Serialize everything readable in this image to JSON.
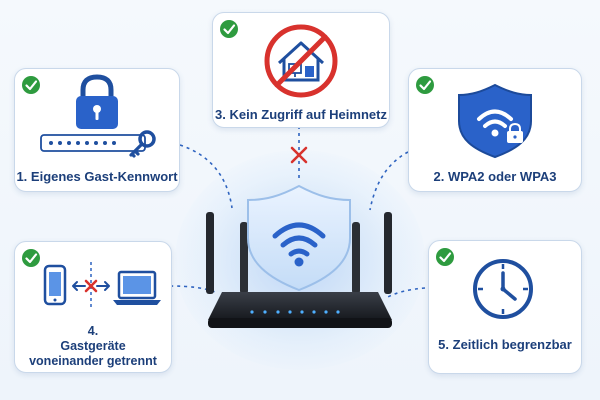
{
  "features": [
    {
      "number": "1.",
      "text": "Eigenes Gast-Kennwort",
      "icon": "lock-password-key-icon"
    },
    {
      "number": "2.",
      "text": "WPA2 oder WPA3",
      "icon": "wifi-shield-lock-icon"
    },
    {
      "number": "3.",
      "text": "Kein Zugriff auf Heimnetz",
      "icon": "home-network-prohibited-icon"
    },
    {
      "number": "4.",
      "line1": "Gastgeräte",
      "line2": "voneinander getrennt",
      "icon": "phone-laptop-separated-icon"
    },
    {
      "number": "5.",
      "text": "Zeitlich begrenzbar",
      "icon": "clock-icon"
    }
  ],
  "colors": {
    "label": "#1c3f7a",
    "accent_blue": "#2a62c9",
    "check_green": "#2e9b3f",
    "prohibit_red": "#d8322d",
    "card_border": "#c9d8ea"
  }
}
